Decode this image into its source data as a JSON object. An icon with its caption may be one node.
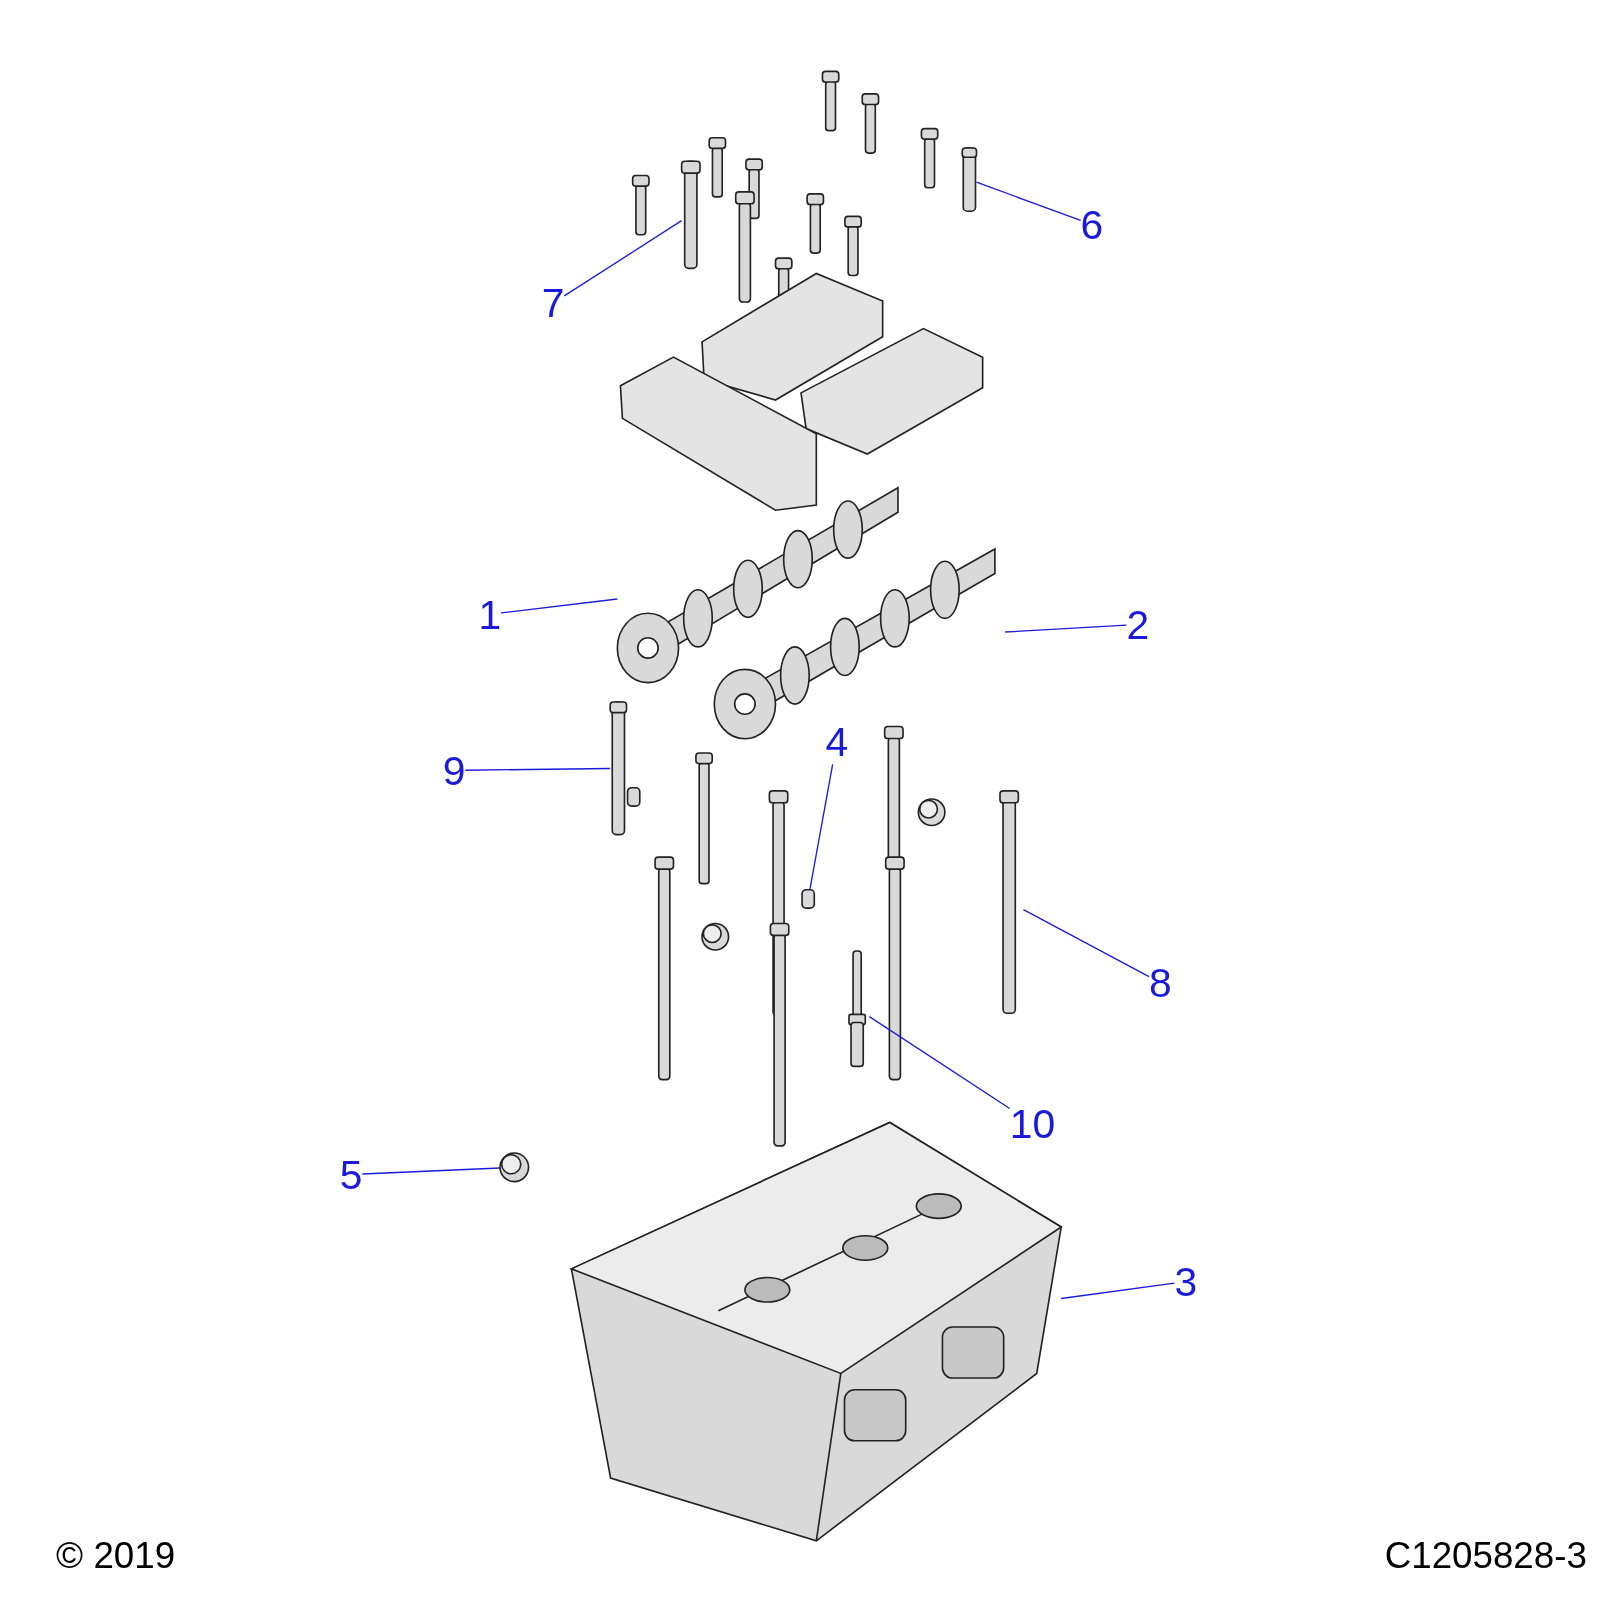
{
  "diagram": {
    "nodes": [
      {
        "text": [
          "6"
        ]
      },
      {
        "text": [
          "7"
        ]
      },
      {
        "text": [
          "1"
        ]
      },
      {
        "text": [
          "2"
        ]
      },
      {
        "text": [
          "4"
        ]
      },
      {
        "text": [
          "9"
        ]
      },
      {
        "text": [
          "8"
        ]
      },
      {
        "text": [
          "10"
        ]
      },
      {
        "text": [
          "5"
        ]
      },
      {
        "text": [
          "3"
        ]
      },
      {
        "text": [],
        "shape": "bar"
      },
      {
        "text": [],
        "shape": "bar"
      },
      {
        "text": [],
        "shape": "picture"
      },
      {
        "text": [],
        "shape": "picture"
      },
      {
        "text": [],
        "shape": "bar"
      },
      {
        "text": [],
        "shape": "bar"
      },
      {
        "text": [],
        "shape": "bar"
      },
      {
        "text": [],
        "shape": "picture"
      },
      {
        "text": [],
        "shape": "picture"
      },
      {
        "text": [],
        "shape": "picture"
      }
    ],
    "edges": [
      {
        "from": 0,
        "to": 10,
        "arrow": "none"
      },
      {
        "from": 1,
        "to": 11,
        "arrow": "none"
      },
      {
        "from": 2,
        "to": 12,
        "arrow": "none"
      },
      {
        "from": 3,
        "to": 13,
        "arrow": "none"
      },
      {
        "from": 4,
        "to": 14,
        "arrow": "none"
      },
      {
        "from": 5,
        "to": 15,
        "arrow": "none"
      },
      {
        "from": 6,
        "to": 16,
        "arrow": "none"
      },
      {
        "from": 7,
        "to": 17,
        "arrow": "none"
      },
      {
        "from": 8,
        "to": 18,
        "arrow": "none"
      },
      {
        "from": 9,
        "to": 19,
        "arrow": "none"
      }
    ],
    "labels": [
      "© 2019",
      "C1205828-3"
    ]
  }
}
